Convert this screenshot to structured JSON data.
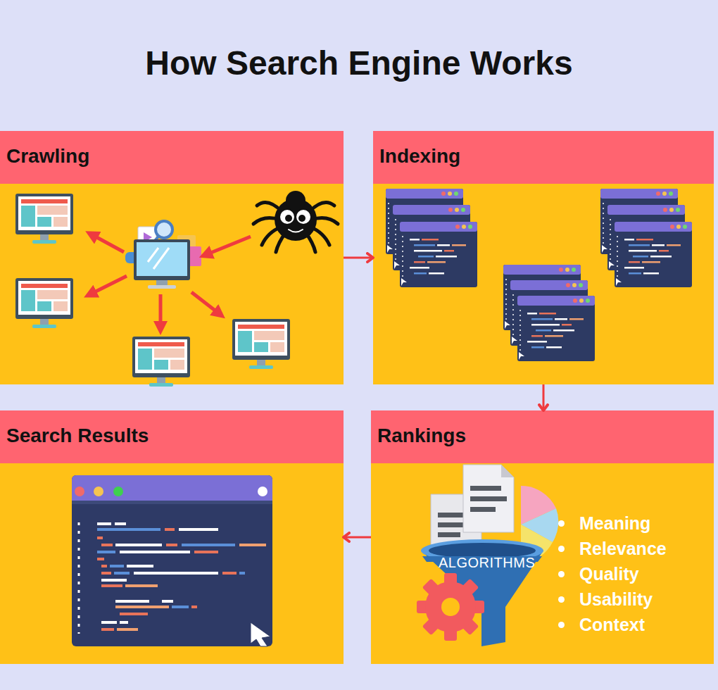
{
  "diagram": {
    "title": "How Search Engine Works",
    "nodes": [
      {
        "text": [
          "Crawling"
        ]
      },
      {
        "text": [
          "Indexing"
        ]
      },
      {
        "text": [
          "Search Results"
        ]
      },
      {
        "text": [
          "Rankings",
          "ALGORITHMS",
          "Meaning",
          "Relevance",
          "Quality",
          "Usability",
          "Context"
        ]
      }
    ],
    "edges": [
      {
        "from": 0,
        "to": 1,
        "arrow": "to"
      },
      {
        "from": 1,
        "to": 3,
        "arrow": "to"
      },
      {
        "from": 3,
        "to": 2,
        "arrow": "to"
      }
    ]
  }
}
